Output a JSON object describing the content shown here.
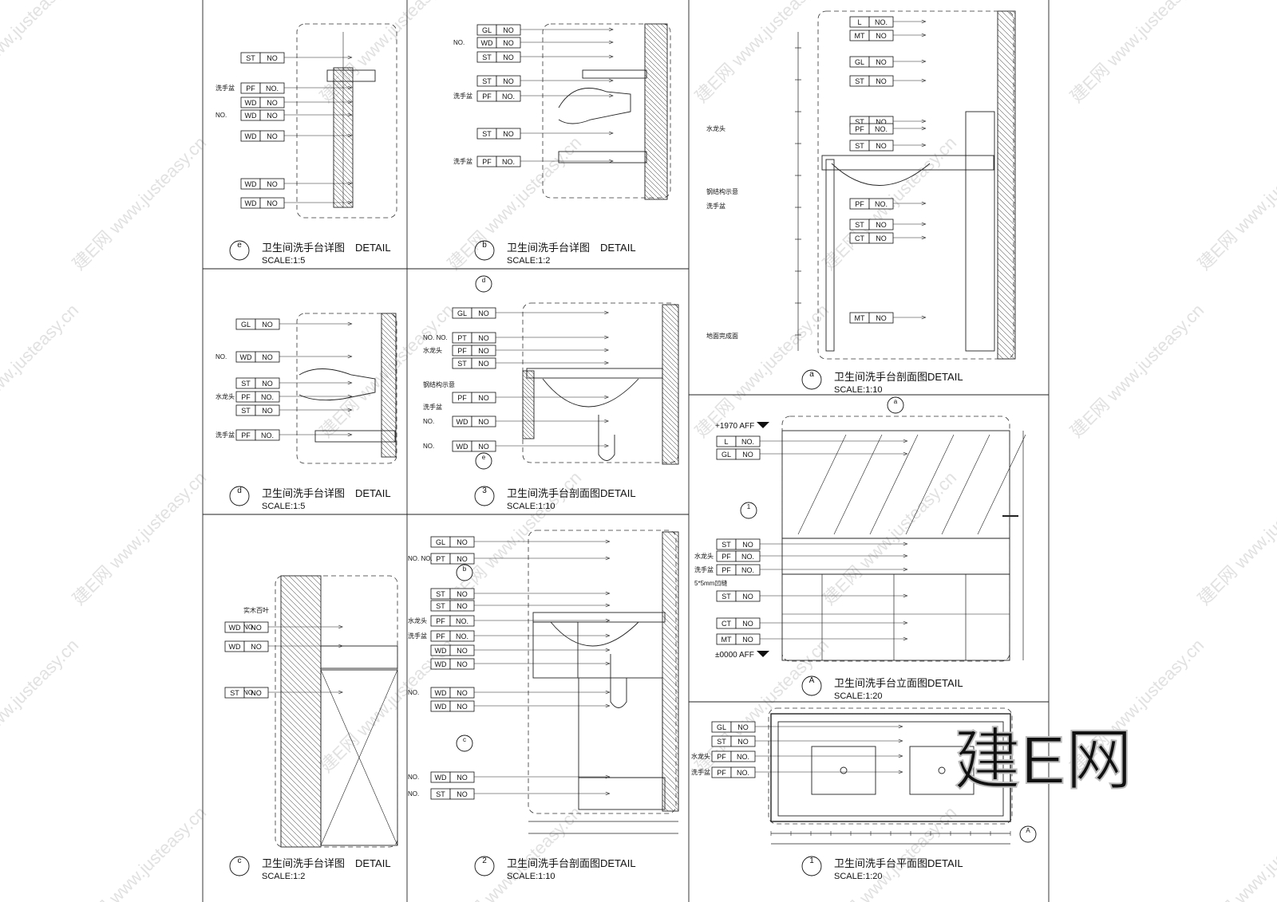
{
  "sheet": {
    "watermark_brand": "建E网",
    "watermark_url": "www.justeasy.cn",
    "watermark_combo": "建E网 www.justeasy.cn"
  },
  "panels": [
    {
      "id": "e",
      "title": "卫生间洗手台详图",
      "detail": "DETAIL",
      "scale": "SCALE:1:5",
      "tags": [
        [
          "ST",
          "NO"
        ],
        [
          "PF",
          "NO."
        ],
        [
          "WD",
          "NO"
        ],
        [
          "WD",
          "NO"
        ],
        [
          "WD",
          "NO"
        ],
        [
          "WD",
          "NO"
        ],
        [
          "WD",
          "NO"
        ]
      ],
      "labels": [
        "洗手盆",
        "NO."
      ]
    },
    {
      "id": "b",
      "title": "卫生间洗手台详图",
      "detail": "DETAIL",
      "scale": "SCALE:1:2",
      "tags": [
        [
          "GL",
          "NO"
        ],
        [
          "WD",
          "NO"
        ],
        [
          "ST",
          "NO"
        ],
        [
          "ST",
          "NO"
        ],
        [
          "PF",
          "NO."
        ],
        [
          "ST",
          "NO"
        ],
        [
          "PF",
          "NO."
        ]
      ],
      "labels": [
        "NO.",
        "洗手盆",
        "洗手盆"
      ]
    },
    {
      "id": "a",
      "title": "卫生间洗手台剖面图",
      "detail": "DETAIL",
      "scale": "SCALE:1:10",
      "tags": [
        [
          "L",
          "NO."
        ],
        [
          "MT",
          "NO"
        ],
        [
          "GL",
          "NO"
        ],
        [
          "ST",
          "NO"
        ],
        [
          "ST",
          "NO"
        ],
        [
          "PF",
          "NO."
        ],
        [
          "ST",
          "NO"
        ],
        [
          "PF",
          "NO."
        ],
        [
          "ST",
          "NO"
        ],
        [
          "CT",
          "NO"
        ],
        [
          "MT",
          "NO"
        ]
      ],
      "labels": [
        "水龙头",
        "钢结构示意",
        "洗手盆",
        "地面完成面"
      ]
    },
    {
      "id": "d",
      "title": "卫生间洗手台详图",
      "detail": "DETAIL",
      "scale": "SCALE:1:5",
      "tags": [
        [
          "GL",
          "NO"
        ],
        [
          "WD",
          "NO"
        ],
        [
          "ST",
          "NO"
        ],
        [
          "PF",
          "NO."
        ],
        [
          "ST",
          "NO"
        ],
        [
          "PF",
          "NO."
        ]
      ],
      "labels": [
        "NO.",
        "水龙头",
        "洗手盆"
      ]
    },
    {
      "id": "3",
      "title": "卫生间洗手台剖面图",
      "detail": "DETAIL",
      "scale": "SCALE:1:10",
      "tags": [
        [
          "GL",
          "NO"
        ],
        [
          "PT",
          "NO"
        ],
        [
          "PF",
          "NO"
        ],
        [
          "ST",
          "NO"
        ],
        [
          "PF",
          "NO"
        ],
        [
          "WD",
          "NO"
        ],
        [
          "WD",
          "NO"
        ]
      ],
      "labels": [
        "NO. NO.",
        "水龙头",
        "钢结构示意",
        "洗手盆",
        "NO.",
        "NO."
      ],
      "callouts": [
        "d",
        "e"
      ]
    },
    {
      "id": "A",
      "title": "卫生间洗手台立面图",
      "detail": "DETAIL",
      "scale": "SCALE:1:20",
      "tags": [
        [
          "L",
          "NO."
        ],
        [
          "GL",
          "NO"
        ],
        [
          "ST",
          "NO"
        ],
        [
          "PF",
          "NO."
        ],
        [
          "PF",
          "NO."
        ],
        [
          "ST",
          "NO"
        ],
        [
          "CT",
          "NO"
        ],
        [
          "MT",
          "NO"
        ]
      ],
      "labels": [
        "水龙头",
        "洗手盆",
        "5*5mm凹缝"
      ],
      "levels": [
        "+1970 AFF",
        "±0000 AFF"
      ],
      "callouts": [
        "a",
        "1"
      ]
    },
    {
      "id": "c",
      "title": "卫生间洗手台详图",
      "detail": "DETAIL",
      "scale": "SCALE:1:2",
      "tags": [
        [
          "WD",
          "NO"
        ],
        [
          "WD",
          "NO"
        ],
        [
          "ST",
          "NO"
        ]
      ],
      "labels": [
        "实木百叶",
        "NO.",
        "NO."
      ]
    },
    {
      "id": "2",
      "title": "卫生间洗手台剖面图",
      "detail": "DETAIL",
      "scale": "SCALE:1:10",
      "tags": [
        [
          "GL",
          "NO"
        ],
        [
          "PT",
          "NO"
        ],
        [
          "ST",
          "NO"
        ],
        [
          "ST",
          "NO"
        ],
        [
          "PF",
          "NO."
        ],
        [
          "PF",
          "NO."
        ],
        [
          "WD",
          "NO"
        ],
        [
          "WD",
          "NO"
        ],
        [
          "WD",
          "NO"
        ],
        [
          "WD",
          "NO"
        ],
        [
          "WD",
          "NO"
        ],
        [
          "ST",
          "NO"
        ]
      ],
      "labels": [
        "NO. NO.",
        "水龙头",
        "洗手盆",
        "NO.",
        "NO.",
        "NO."
      ],
      "callouts": [
        "b",
        "c"
      ]
    },
    {
      "id": "1",
      "title": "卫生间洗手台平面图",
      "detail": "DETAIL",
      "scale": "SCALE:1:20",
      "tags": [
        [
          "GL",
          "NO"
        ],
        [
          "ST",
          "NO"
        ],
        [
          "PF",
          "NO."
        ],
        [
          "PF",
          "NO."
        ]
      ],
      "labels": [
        "水龙头",
        "洗手盆"
      ],
      "callouts": [
        "A"
      ]
    }
  ]
}
